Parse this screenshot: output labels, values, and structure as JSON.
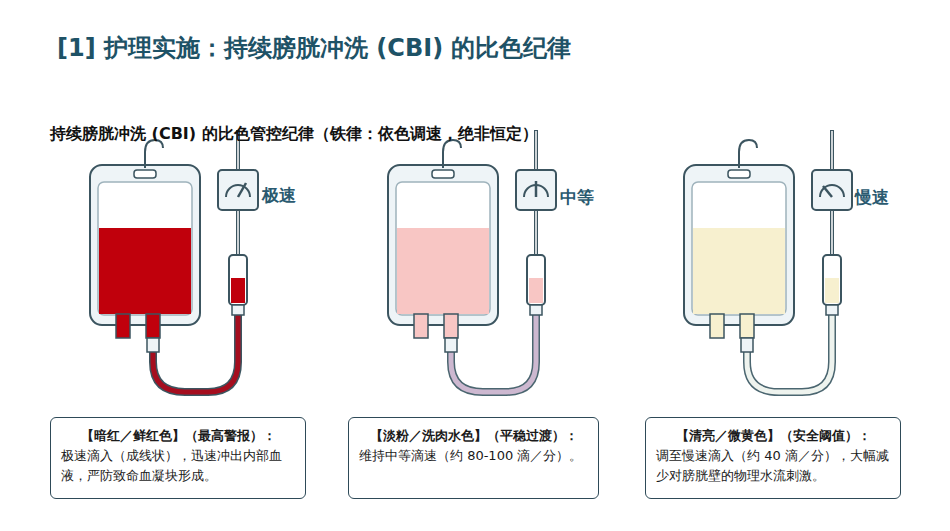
{
  "diagram": {
    "title": "[1] 护理实施：持续膀胱冲洗 (CBI) 的比色纪律",
    "nodes": [
      {
        "text": [
          "【暗红／鲜红色】（最高警报）：",
          "极速滴入（成线状），迅速冲出内部血液，严防致命血凝块形成。"
        ]
      },
      {
        "text": [
          "【淡粉／洗肉水色】（平稳过渡）：",
          "维持中等滴速（约 80-100 滴／分）。"
        ]
      },
      {
        "text": [
          "【清亮／微黄色】（安全阈值）：",
          "调至慢速滴入（约 40 滴／分），大幅减少对膀胱壁的物理水流刺激。"
        ]
      }
    ],
    "labels": [
      "持续膀胱冲洗 (CBI) 的比色管控纪律（铁律：依色调速，绝非恒定）",
      "极速",
      "中等",
      "慢速"
    ]
  }
}
